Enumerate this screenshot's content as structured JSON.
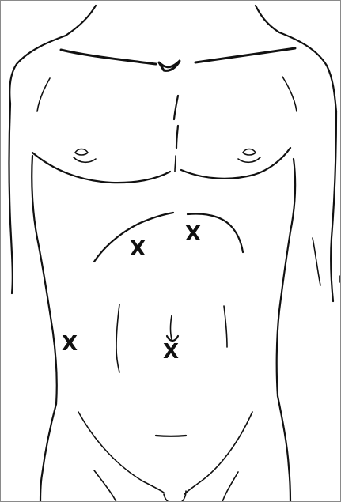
{
  "figure": {
    "stroke_color": "#111111",
    "background": "#ffffff"
  },
  "port_markers": [
    {
      "label": "X"
    },
    {
      "label": "X"
    },
    {
      "label": "X"
    },
    {
      "label": "X"
    }
  ]
}
